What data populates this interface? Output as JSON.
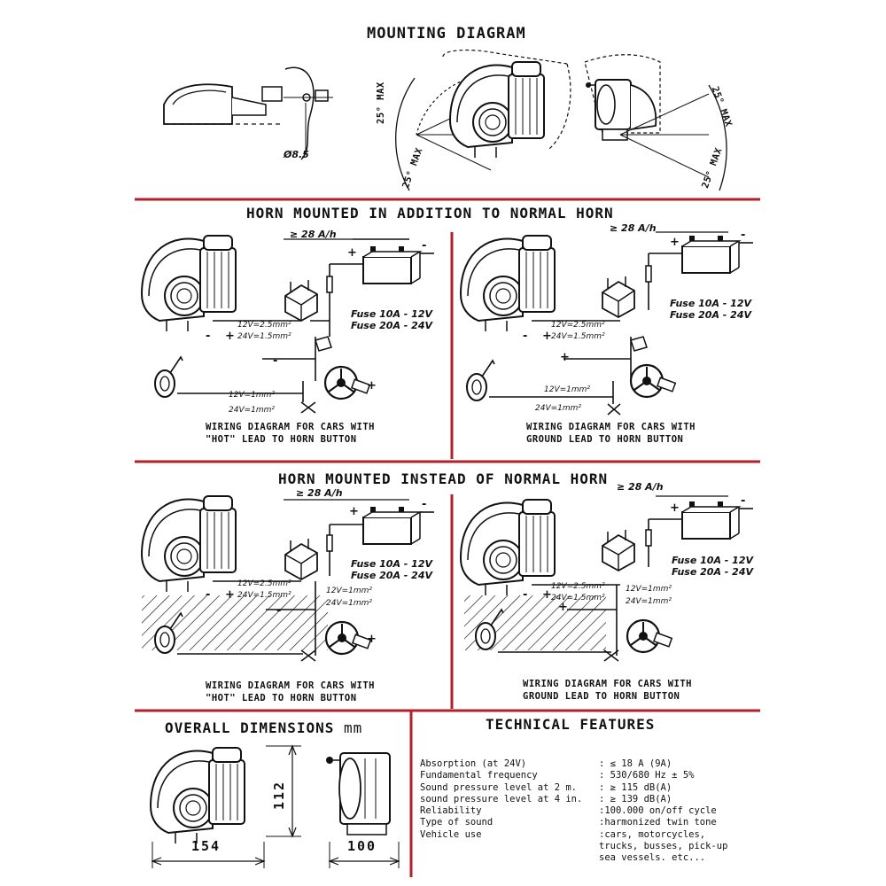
{
  "mounting": {
    "title": "MOUNTING DIAGRAM",
    "hole_label": "Ø8.5",
    "angle_label": "25° MAX"
  },
  "addition": {
    "title": "HORN MOUNTED IN ADDITION TO NORMAL HORN",
    "left": {
      "current": "≥ 28 A/h",
      "wire12": "12V=2.5mm²",
      "wire24": "24V=1.5mm²",
      "fuse12": "Fuse 10A - 12V",
      "fuse24": "Fuse 20A - 24V",
      "wire12b": "12V=1mm²",
      "wire24b": "24V=1mm²",
      "caption1": "WIRING DIAGRAM FOR CARS WITH",
      "caption2": "\"HOT\" LEAD TO HORN BUTTON"
    },
    "right": {
      "current": "≥ 28 A/h",
      "wire12": "12V=2.5mm²",
      "wire24": "24V=1.5mm²",
      "fuse12": "Fuse 10A - 12V",
      "fuse24": "Fuse 20A - 24V",
      "wire12b": "12V=1mm²",
      "wire24b": "24V=1mm²",
      "caption1": "WIRING DIAGRAM FOR CARS WITH",
      "caption2": "GROUND LEAD TO HORN BUTTON"
    }
  },
  "instead": {
    "title": "HORN MOUNTED INSTEAD OF NORMAL HORN",
    "left": {
      "current": "≥ 28 A/h",
      "wire12": "12V=2.5mm²",
      "wire24": "24V=1.5mm²",
      "fuse12": "Fuse 10A - 12V",
      "fuse24": "Fuse 20A - 24V",
      "wire12b": "12V=1mm²",
      "wire24b": "24V=1mm²",
      "caption1": "WIRING DIAGRAM FOR CARS WITH",
      "caption2": "\"HOT\" LEAD TO HORN BUTTON"
    },
    "right": {
      "current": "≥ 28 A/h",
      "wire12": "12V=2.5mm²",
      "wire24": "24V=1.5mm²",
      "fuse12": "Fuse 10A - 12V",
      "fuse24": "Fuse 20A - 24V",
      "wire12b": "12V=1mm²",
      "wire24b": "24V=1mm²",
      "caption1": "WIRING DIAGRAM FOR CARS WITH",
      "caption2": "GROUND LEAD TO HORN BUTTON"
    }
  },
  "dimensions": {
    "title": "OVERALL DIMENSIONS",
    "unit": "mm",
    "width": "154",
    "height": "112",
    "depth": "100"
  },
  "features": {
    "title": "TECHNICAL FEATURES",
    "rows": [
      {
        "label": "Absorption (at 24V)",
        "value": ": ≤ 18 A (9A)"
      },
      {
        "label": "Fundamental frequency",
        "value": ": 530/680 Hz ± 5%"
      },
      {
        "label": "Sound pressure level at 2 m.",
        "value": ": ≥ 115 dB(A)"
      },
      {
        "label": "sound pressure level at 4 in.",
        "value": ": ≥ 139 dB(A)"
      },
      {
        "label": "Reliability",
        "value": ":100.000 on/off cycle"
      },
      {
        "label": "Type of sound",
        "value": ":harmonized twin tone"
      },
      {
        "label": "Vehicle use",
        "value": ":cars, motorcycles,"
      },
      {
        "label": "",
        "value": " trucks, busses, pick-up"
      },
      {
        "label": "",
        "value": " sea vessels. etc..."
      }
    ]
  },
  "colors": {
    "divider": "#b3202a",
    "ink": "#111111"
  }
}
